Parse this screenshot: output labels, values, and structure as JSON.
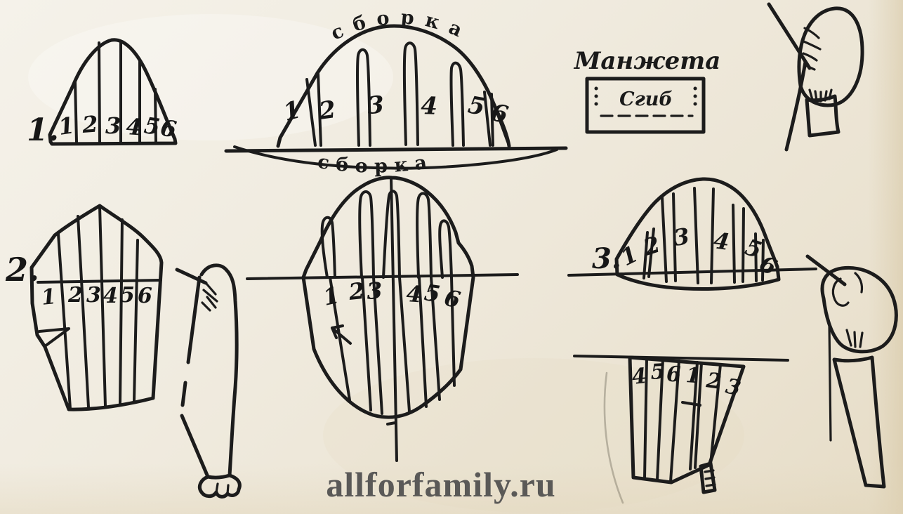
{
  "figure": {
    "watermark": "allforfamily.ru",
    "colors": {
      "ink": "#1c1c1c",
      "paper": "#efe9dc",
      "watermark": "#4e4e4e"
    }
  },
  "labels": {
    "step1": "1.",
    "step2": "2.",
    "step3": "3."
  },
  "annotations": {
    "gather_top": "сборка",
    "gather_bottom": "сборка",
    "cuff_title": "Манжета",
    "cuff_fold": "Сгиб"
  },
  "patterns": {
    "cap_numbered": {
      "numbers": [
        "1",
        "2",
        "3",
        "4",
        "5",
        "6"
      ]
    },
    "cap_spread": {
      "numbers": [
        "1",
        "2",
        "3",
        "4",
        "5",
        "6"
      ]
    },
    "long_numbered": {
      "numbers": [
        "1",
        "2",
        "3",
        "4",
        "5",
        "6"
      ]
    },
    "long_spread": {
      "numbers": [
        "1",
        "2",
        "3",
        "4",
        "5",
        "6"
      ]
    },
    "cap3_spread": {
      "numbers": [
        "1",
        "2",
        "3",
        "4",
        "5",
        "6"
      ]
    },
    "lower_spread": {
      "numbers": [
        "4",
        "5",
        "6",
        "1",
        "2",
        "3"
      ]
    }
  }
}
